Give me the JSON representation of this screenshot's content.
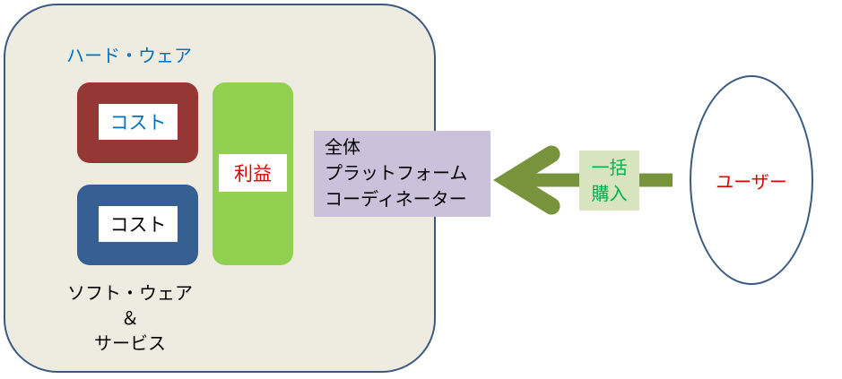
{
  "hardware_label": "ハード・ウェア",
  "cost1": "コスト",
  "cost2": "コスト",
  "profit": "利益",
  "software_lines": [
    "ソフト・ウェア",
    "＆",
    "サービス"
  ],
  "coordinator_lines": [
    "全体",
    "プラットフォーム",
    "コーディネーター"
  ],
  "bulk_purchase_lines": [
    "一括",
    "購入"
  ],
  "user": "ユーザー",
  "colors": {
    "cost1": "#953735",
    "cost2": "#376092",
    "profit": "#92d050",
    "coordinator": "#ccc1da",
    "arrow": "#77933c",
    "blue_text": "#0070c0",
    "red_text": "#e00000",
    "green_text": "#00b050"
  }
}
